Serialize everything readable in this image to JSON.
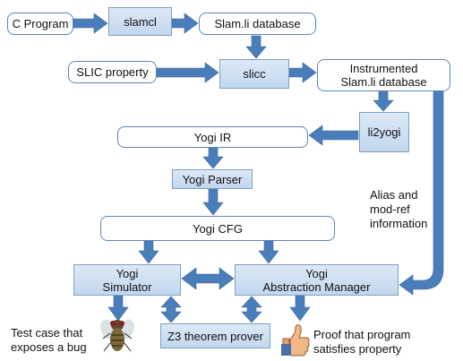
{
  "diagram": {
    "nodes": {
      "c_program": "C Program",
      "slamcl": "slamcl",
      "slam_db": "Slam.li database",
      "slic_property": "SLIC  property",
      "slicc": "slicc",
      "instrumented_db": "Instrumented\nSlam.li database",
      "li2yogi": "li2yogi",
      "yogi_ir": "Yogi  IR",
      "yogi_parser": "Yogi  Parser",
      "yogi_cfg": "Yogi CFG",
      "yogi_simulator": "Yogi\nSimulator",
      "abstraction_manager": "Yogi\nAbstraction  Manager",
      "z3": "Z3 theorem prover"
    },
    "labels": {
      "alias_info": "Alias and\nmod-ref\ninformation",
      "test_case": "Test case that\nexposes a bug",
      "proof": "Proof that program\nsatisfies property"
    },
    "icons": {
      "bug": "bug-icon",
      "thumbs_up": "thumbs-up-icon"
    },
    "colors": {
      "arrow": "#4a7ebb",
      "tool_fill": "#c6daf0",
      "data_border": "#5f86b6"
    }
  }
}
